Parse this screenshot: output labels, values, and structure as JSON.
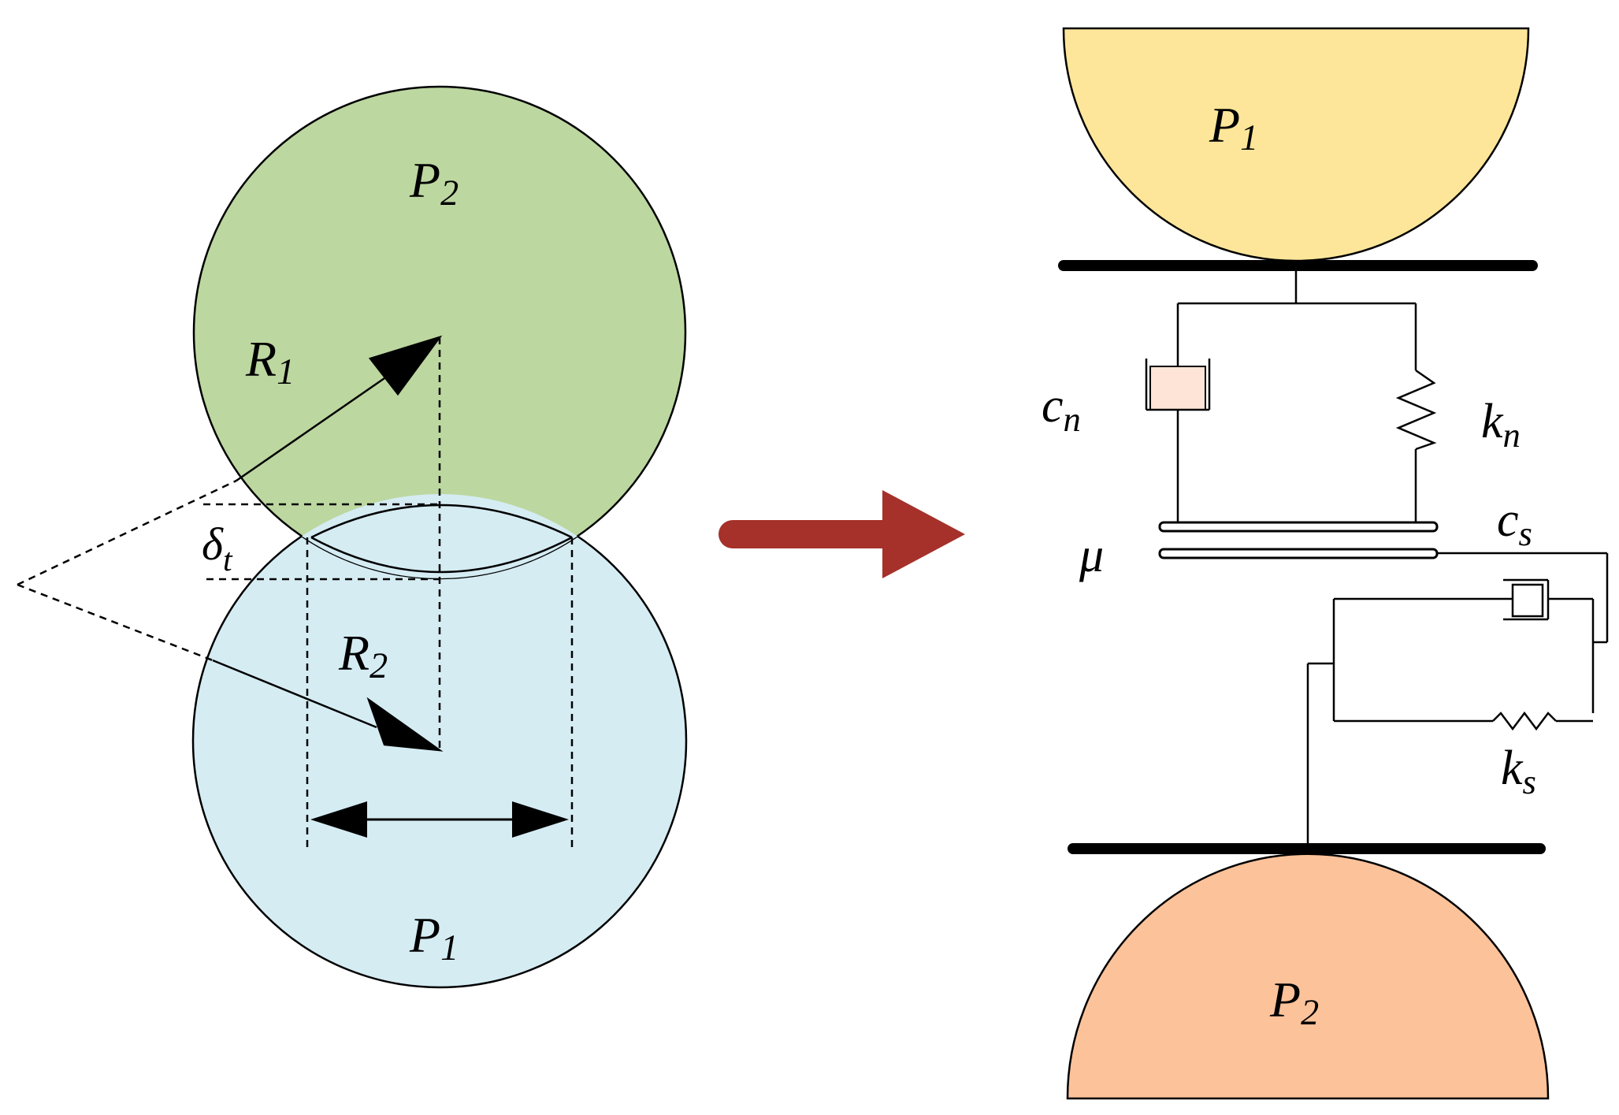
{
  "left_diagram": {
    "particle_top": {
      "name": "P",
      "sub": "2"
    },
    "particle_bottom": {
      "name": "P",
      "sub": "1"
    },
    "radius_1": {
      "name": "R",
      "sub": "1"
    },
    "radius_2": {
      "name": "R",
      "sub": "2"
    },
    "overlap": {
      "name": "δ",
      "sub": "t"
    },
    "colors": {
      "particle_top_fill": "#bcd7a0",
      "particle_bottom_fill": "#d5ecf3"
    }
  },
  "transition_arrow": {
    "color": "#a5312a"
  },
  "right_diagram": {
    "particle_top": {
      "name": "P",
      "sub": "1",
      "fill": "#fde69a"
    },
    "particle_bottom": {
      "name": "P",
      "sub": "2",
      "fill": "#fcc29a"
    },
    "normal_damper": {
      "name": "c",
      "sub": "n"
    },
    "normal_spring": {
      "name": "k",
      "sub": "n"
    },
    "friction": {
      "name": "μ"
    },
    "shear_damper": {
      "name": "c",
      "sub": "s"
    },
    "shear_spring": {
      "name": "k",
      "sub": "s"
    },
    "damper_fill": "#fde4d6"
  }
}
